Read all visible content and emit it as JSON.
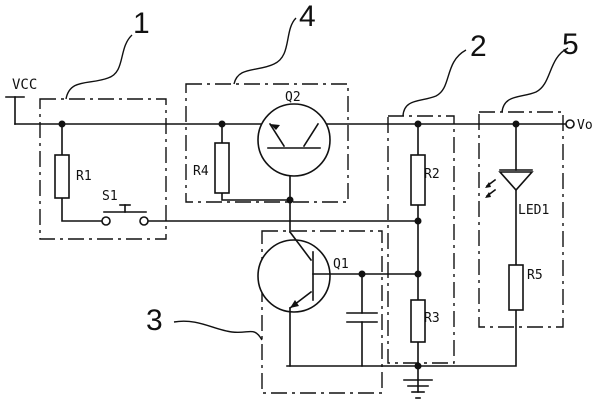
{
  "labels": {
    "vcc": "VCC",
    "vo": "Vo",
    "r1": "R1",
    "r2": "R2",
    "r3": "R3",
    "r4": "R4",
    "r5": "R5",
    "s1": "S1",
    "q1": "Q1",
    "q2": "Q2",
    "led1": "LED1"
  },
  "block_numbers": {
    "b1": "1",
    "b2": "2",
    "b3": "3",
    "b4": "4",
    "b5": "5"
  },
  "colors": {
    "ink": "#111111",
    "background": "#ffffff"
  }
}
